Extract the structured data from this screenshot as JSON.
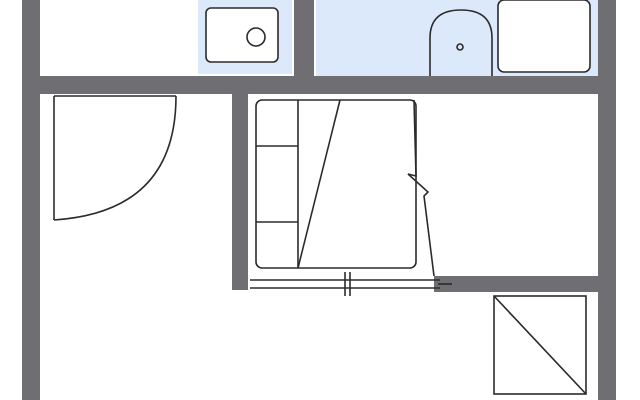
{
  "plan": {
    "wall_color": "#6e6e73",
    "wet_area_color": "#dce9fb",
    "line_color": "#2b2b2b",
    "fixture_fill": "#ffffff"
  },
  "rooms": [
    {
      "id": "kitchen",
      "shown": true
    },
    {
      "id": "bathroom",
      "shown": true
    },
    {
      "id": "entrance",
      "shown": true
    },
    {
      "id": "closet",
      "shown": true
    },
    {
      "id": "main-room",
      "shown": true
    }
  ]
}
